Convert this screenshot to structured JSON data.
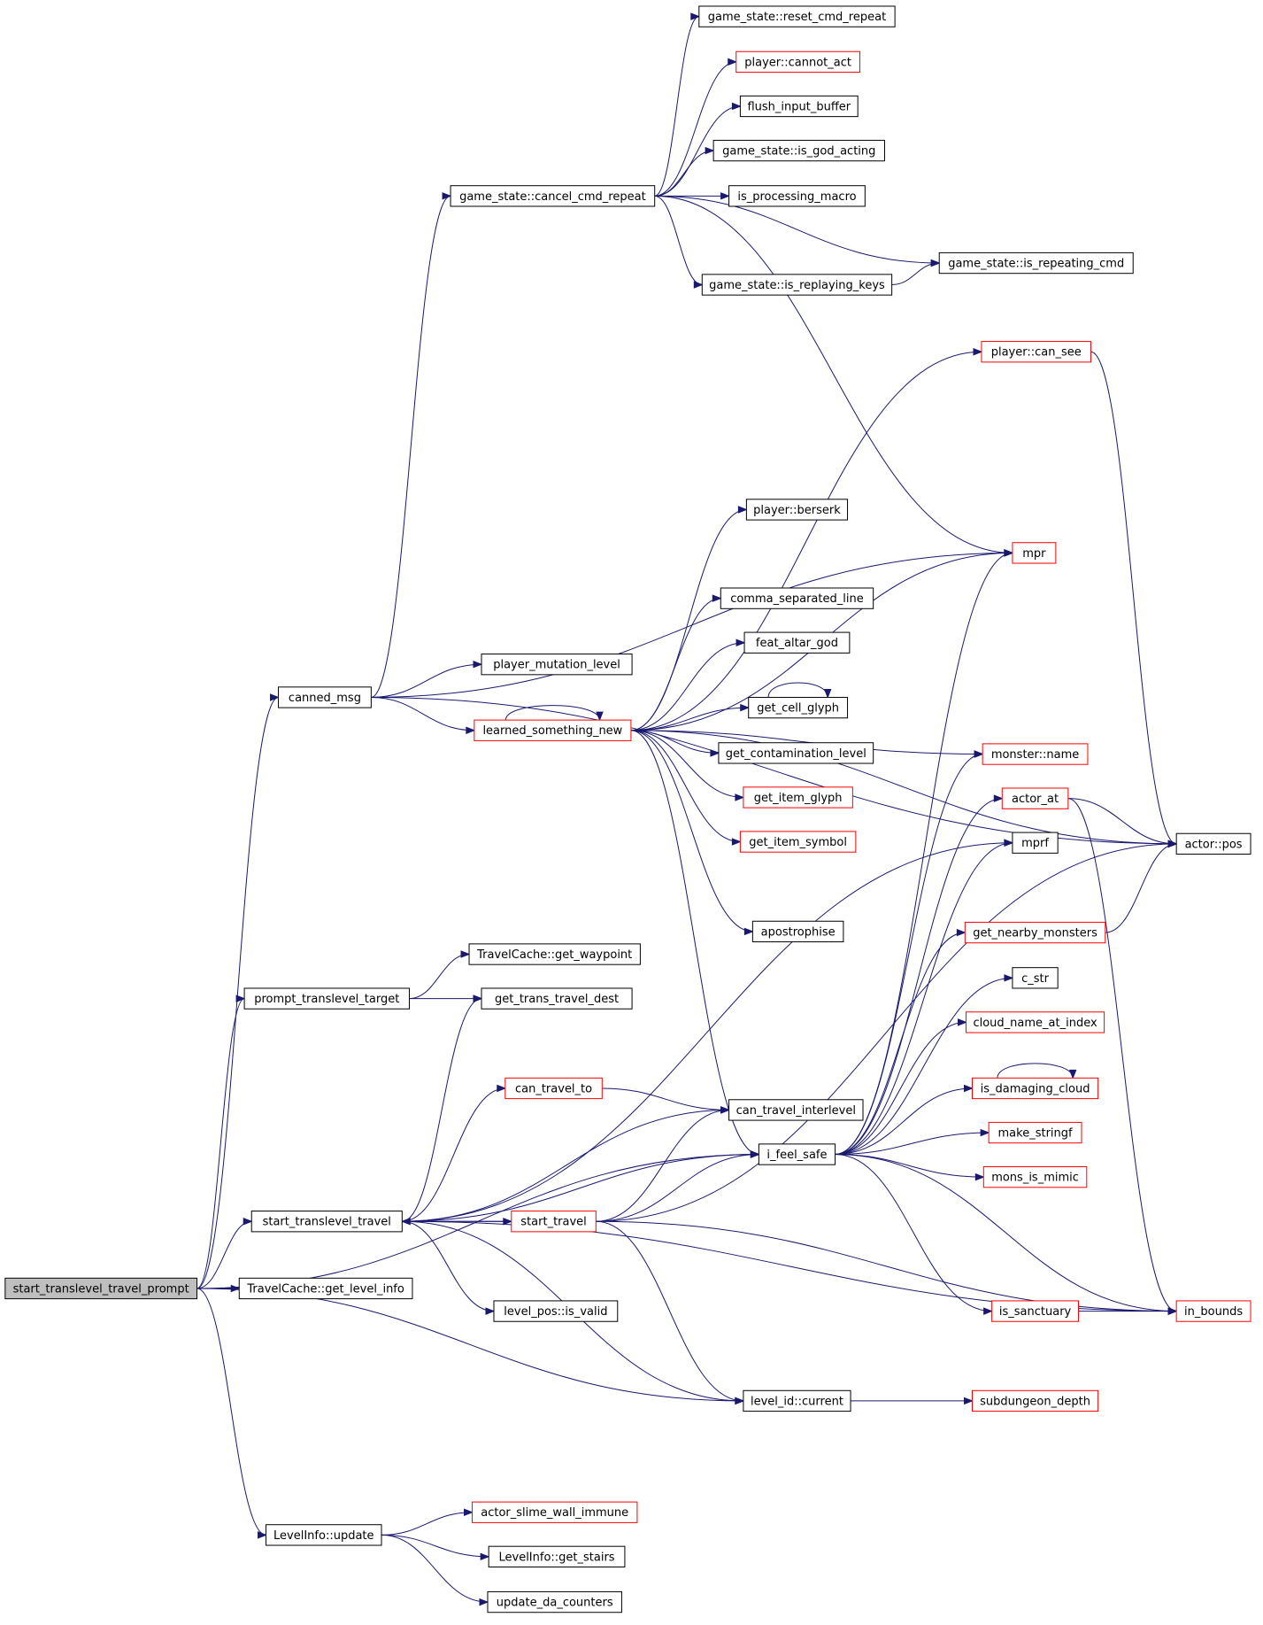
{
  "nodes": [
    {
      "id": "start_translevel_travel_prompt",
      "label": "start_translevel_travel_prompt",
      "border": "black",
      "root": true
    },
    {
      "id": "canned_msg",
      "label": "canned_msg",
      "border": "black"
    },
    {
      "id": "prompt_translevel_target",
      "label": "prompt_translevel_target",
      "border": "black"
    },
    {
      "id": "start_translevel_travel",
      "label": "start_translevel_travel",
      "border": "black"
    },
    {
      "id": "TravelCache_get_level_info",
      "label": "TravelCache::get_level_info",
      "border": "black"
    },
    {
      "id": "LevelInfo_update",
      "label": "LevelInfo::update",
      "border": "black"
    },
    {
      "id": "game_state_cancel_cmd_repeat",
      "label": "game_state::cancel_cmd_repeat",
      "border": "black"
    },
    {
      "id": "player_mutation_level",
      "label": "player_mutation_level",
      "border": "black"
    },
    {
      "id": "learned_something_new",
      "label": "learned_something_new",
      "border": "red"
    },
    {
      "id": "TravelCache_get_waypoint",
      "label": "TravelCache::get_waypoint",
      "border": "black"
    },
    {
      "id": "get_trans_travel_dest",
      "label": "get_trans_travel_dest",
      "border": "black"
    },
    {
      "id": "can_travel_to",
      "label": "can_travel_to",
      "border": "red"
    },
    {
      "id": "start_travel",
      "label": "start_travel",
      "border": "red"
    },
    {
      "id": "level_pos_is_valid",
      "label": "level_pos::is_valid",
      "border": "black"
    },
    {
      "id": "actor_slime_wall_immune",
      "label": "actor_slime_wall_immune",
      "border": "red"
    },
    {
      "id": "LevelInfo_get_stairs",
      "label": "LevelInfo::get_stairs",
      "border": "black"
    },
    {
      "id": "update_da_counters",
      "label": "update_da_counters",
      "border": "black"
    },
    {
      "id": "game_state_reset_cmd_repeat",
      "label": "game_state::reset_cmd_repeat",
      "border": "black"
    },
    {
      "id": "player_cannot_act",
      "label": "player::cannot_act",
      "border": "red"
    },
    {
      "id": "flush_input_buffer",
      "label": "flush_input_buffer",
      "border": "black"
    },
    {
      "id": "game_state_is_god_acting",
      "label": "game_state::is_god_acting",
      "border": "black"
    },
    {
      "id": "is_processing_macro",
      "label": "is_processing_macro",
      "border": "black"
    },
    {
      "id": "game_state_is_replaying_keys",
      "label": "game_state::is_replaying_keys",
      "border": "black"
    },
    {
      "id": "game_state_is_repeating_cmd",
      "label": "game_state::is_repeating_cmd",
      "border": "black"
    },
    {
      "id": "player_can_see",
      "label": "player::can_see",
      "border": "red"
    },
    {
      "id": "player_berserk",
      "label": "player::berserk",
      "border": "black"
    },
    {
      "id": "mpr",
      "label": "mpr",
      "border": "red"
    },
    {
      "id": "comma_separated_line",
      "label": "comma_separated_line",
      "border": "black"
    },
    {
      "id": "feat_altar_god",
      "label": "feat_altar_god",
      "border": "black"
    },
    {
      "id": "get_cell_glyph",
      "label": "get_cell_glyph",
      "border": "black"
    },
    {
      "id": "get_contamination_level",
      "label": "get_contamination_level",
      "border": "black"
    },
    {
      "id": "get_item_glyph",
      "label": "get_item_glyph",
      "border": "red"
    },
    {
      "id": "get_item_symbol",
      "label": "get_item_symbol",
      "border": "red"
    },
    {
      "id": "apostrophise",
      "label": "apostrophise",
      "border": "black"
    },
    {
      "id": "can_travel_interlevel",
      "label": "can_travel_interlevel",
      "border": "black"
    },
    {
      "id": "i_feel_safe",
      "label": "i_feel_safe",
      "border": "black"
    },
    {
      "id": "level_id_current",
      "label": "level_id::current",
      "border": "black"
    },
    {
      "id": "monster_name",
      "label": "monster::name",
      "border": "red"
    },
    {
      "id": "actor_at",
      "label": "actor_at",
      "border": "red"
    },
    {
      "id": "mprf",
      "label": "mprf",
      "border": "black"
    },
    {
      "id": "get_nearby_monsters",
      "label": "get_nearby_monsters",
      "border": "red"
    },
    {
      "id": "c_str",
      "label": "c_str",
      "border": "black"
    },
    {
      "id": "cloud_name_at_index",
      "label": "cloud_name_at_index",
      "border": "red"
    },
    {
      "id": "is_damaging_cloud",
      "label": "is_damaging_cloud",
      "border": "red"
    },
    {
      "id": "make_stringf",
      "label": "make_stringf",
      "border": "red"
    },
    {
      "id": "mons_is_mimic",
      "label": "mons_is_mimic",
      "border": "red"
    },
    {
      "id": "is_sanctuary",
      "label": "is_sanctuary",
      "border": "red"
    },
    {
      "id": "subdungeon_depth",
      "label": "subdungeon_depth",
      "border": "red"
    },
    {
      "id": "actor_pos",
      "label": "actor::pos",
      "border": "black"
    },
    {
      "id": "in_bounds",
      "label": "in_bounds",
      "border": "red"
    }
  ],
  "edges": [
    [
      "start_translevel_travel_prompt",
      "canned_msg"
    ],
    [
      "start_translevel_travel_prompt",
      "prompt_translevel_target"
    ],
    [
      "start_translevel_travel_prompt",
      "start_translevel_travel"
    ],
    [
      "start_translevel_travel_prompt",
      "TravelCache_get_level_info"
    ],
    [
      "start_translevel_travel_prompt",
      "LevelInfo_update"
    ],
    [
      "start_translevel_travel_prompt",
      "i_feel_safe"
    ],
    [
      "start_translevel_travel_prompt",
      "level_id_current"
    ],
    [
      "canned_msg",
      "game_state_cancel_cmd_repeat"
    ],
    [
      "canned_msg",
      "player_mutation_level"
    ],
    [
      "canned_msg",
      "learned_something_new"
    ],
    [
      "canned_msg",
      "mpr"
    ],
    [
      "canned_msg",
      "actor_pos"
    ],
    [
      "game_state_cancel_cmd_repeat",
      "game_state_reset_cmd_repeat"
    ],
    [
      "game_state_cancel_cmd_repeat",
      "player_cannot_act"
    ],
    [
      "game_state_cancel_cmd_repeat",
      "flush_input_buffer"
    ],
    [
      "game_state_cancel_cmd_repeat",
      "game_state_is_god_acting"
    ],
    [
      "game_state_cancel_cmd_repeat",
      "is_processing_macro"
    ],
    [
      "game_state_cancel_cmd_repeat",
      "game_state_is_replaying_keys"
    ],
    [
      "game_state_cancel_cmd_repeat",
      "game_state_is_repeating_cmd"
    ],
    [
      "game_state_cancel_cmd_repeat",
      "mpr"
    ],
    [
      "game_state_is_replaying_keys",
      "game_state_is_repeating_cmd"
    ],
    [
      "learned_something_new",
      "learned_something_new"
    ],
    [
      "learned_something_new",
      "player_can_see"
    ],
    [
      "learned_something_new",
      "player_berserk"
    ],
    [
      "learned_something_new",
      "mpr"
    ],
    [
      "learned_something_new",
      "comma_separated_line"
    ],
    [
      "learned_something_new",
      "feat_altar_god"
    ],
    [
      "learned_something_new",
      "get_cell_glyph"
    ],
    [
      "learned_something_new",
      "get_contamination_level"
    ],
    [
      "learned_something_new",
      "get_item_glyph"
    ],
    [
      "learned_something_new",
      "get_item_symbol"
    ],
    [
      "learned_something_new",
      "monster_name"
    ],
    [
      "learned_something_new",
      "apostrophise"
    ],
    [
      "learned_something_new",
      "actor_pos"
    ],
    [
      "learned_something_new",
      "i_feel_safe"
    ],
    [
      "get_cell_glyph",
      "get_cell_glyph"
    ],
    [
      "prompt_translevel_target",
      "TravelCache_get_waypoint"
    ],
    [
      "prompt_translevel_target",
      "get_trans_travel_dest"
    ],
    [
      "start_translevel_travel",
      "get_trans_travel_dest"
    ],
    [
      "start_translevel_travel",
      "can_travel_to"
    ],
    [
      "start_translevel_travel",
      "can_travel_interlevel"
    ],
    [
      "start_translevel_travel",
      "i_feel_safe"
    ],
    [
      "start_translevel_travel",
      "start_travel"
    ],
    [
      "start_translevel_travel",
      "level_pos_is_valid"
    ],
    [
      "start_translevel_travel",
      "level_id_current"
    ],
    [
      "start_translevel_travel",
      "mprf"
    ],
    [
      "start_translevel_travel",
      "in_bounds"
    ],
    [
      "can_travel_to",
      "can_travel_interlevel"
    ],
    [
      "start_travel",
      "start_translevel_travel"
    ],
    [
      "start_travel",
      "can_travel_interlevel"
    ],
    [
      "start_travel",
      "i_feel_safe"
    ],
    [
      "start_travel",
      "level_id_current"
    ],
    [
      "start_travel",
      "actor_pos"
    ],
    [
      "start_travel",
      "in_bounds"
    ],
    [
      "i_feel_safe",
      "mpr"
    ],
    [
      "i_feel_safe",
      "monster_name"
    ],
    [
      "i_feel_safe",
      "actor_at"
    ],
    [
      "i_feel_safe",
      "mprf"
    ],
    [
      "i_feel_safe",
      "get_nearby_monsters"
    ],
    [
      "i_feel_safe",
      "c_str"
    ],
    [
      "i_feel_safe",
      "cloud_name_at_index"
    ],
    [
      "i_feel_safe",
      "is_damaging_cloud"
    ],
    [
      "i_feel_safe",
      "make_stringf"
    ],
    [
      "i_feel_safe",
      "mons_is_mimic"
    ],
    [
      "i_feel_safe",
      "is_sanctuary"
    ],
    [
      "i_feel_safe",
      "in_bounds"
    ],
    [
      "is_damaging_cloud",
      "is_damaging_cloud"
    ],
    [
      "player_can_see",
      "actor_pos"
    ],
    [
      "actor_at",
      "actor_pos"
    ],
    [
      "actor_at",
      "in_bounds"
    ],
    [
      "get_nearby_monsters",
      "actor_pos"
    ],
    [
      "is_sanctuary",
      "in_bounds"
    ],
    [
      "level_id_current",
      "subdungeon_depth"
    ],
    [
      "LevelInfo_update",
      "actor_slime_wall_immune"
    ],
    [
      "LevelInfo_update",
      "LevelInfo_get_stairs"
    ],
    [
      "LevelInfo_update",
      "update_da_counters"
    ]
  ]
}
